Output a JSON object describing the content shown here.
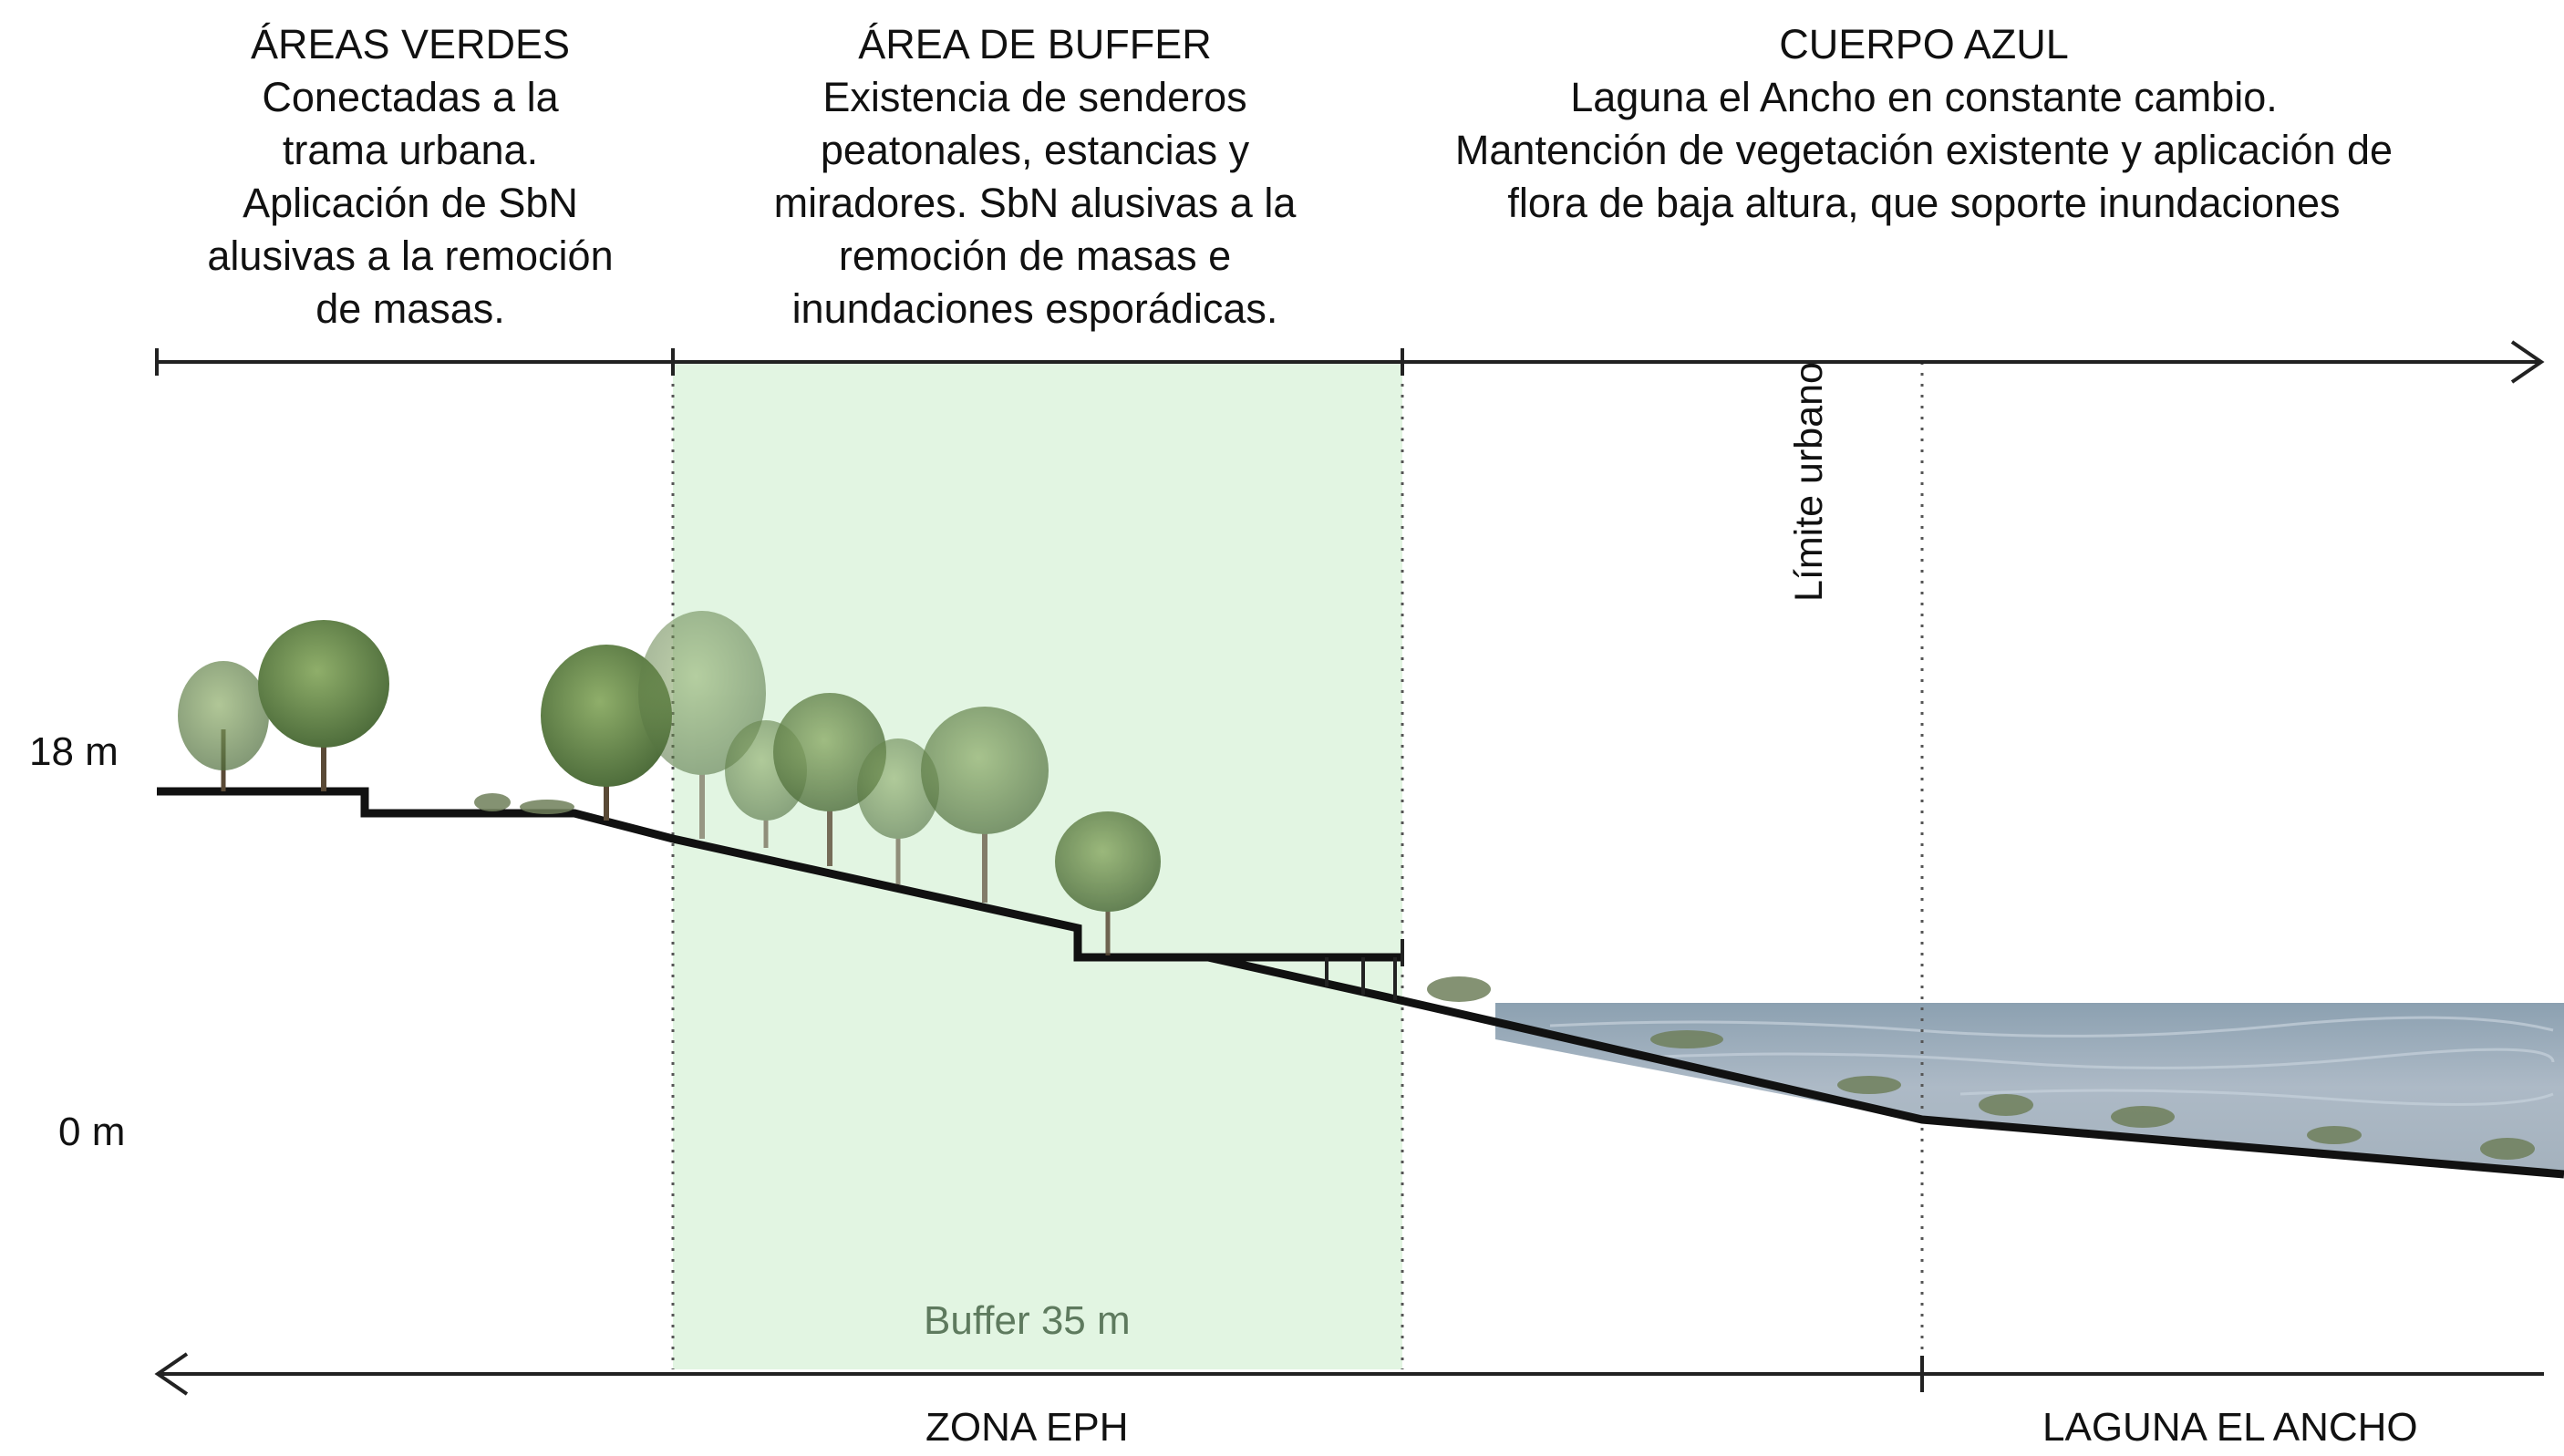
{
  "sections": {
    "verdes": {
      "title": "ÁREAS VERDES",
      "lines": [
        "Conectadas a la",
        "trama urbana.",
        "Aplicación de SbN",
        "alusivas a la remoción",
        "de masas."
      ]
    },
    "buffer": {
      "title": "ÁREA DE BUFFER",
      "lines": [
        "Existencia de senderos",
        "peatonales, estancias y",
        "miradores. SbN alusivas a la",
        "remoción de masas e",
        "inundaciones esporádicas."
      ]
    },
    "azul": {
      "title": "CUERPO AZUL",
      "lines": [
        "Laguna el Ancho en constante cambio.",
        "Mantención de vegetación existente y aplicación de",
        "flora de baja altura, que soporte inundaciones"
      ]
    }
  },
  "elevation": {
    "high": "18 m",
    "low": "0 m"
  },
  "labels": {
    "buffer": "Buffer 35 m",
    "limite": "Límite urbano",
    "zona_eph": "ZONA EPH",
    "laguna": "LAGUNA EL ANCHO"
  },
  "colors": {
    "buffer_fill": "#e2f5e2",
    "water": "#8fa3b3",
    "tree": "#6f8e4f",
    "ground": "#111111"
  }
}
